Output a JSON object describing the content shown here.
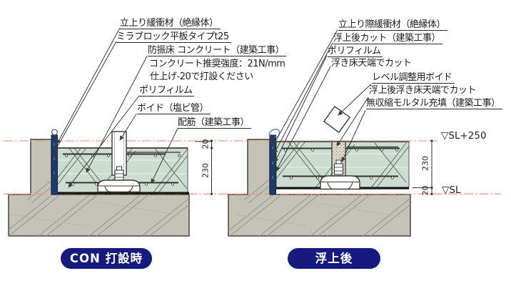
{
  "sections": {
    "left": {
      "caption": "CON 打設時",
      "labels": [
        {
          "text": "立上り緩衝材（絶縁体）"
        },
        {
          "text": "ミラブロック平板タイプt25"
        },
        {
          "text": "防振床 コンクリート（建築工事）"
        },
        {
          "text": "コンクリート推奨強度：21N/mm"
        },
        {
          "text": "仕上げ-20で打設ください"
        },
        {
          "text": "ポリフィルム"
        },
        {
          "text": "ボイド（塩ビ管）"
        },
        {
          "text": "配筋（建築工事）"
        }
      ],
      "dimensions": {
        "top_gap": "20",
        "slab": "230"
      }
    },
    "right": {
      "caption": "浮上後",
      "labels": [
        {
          "text": "立上り際緩衝材（絶縁体）"
        },
        {
          "text": "浮上後カット（建築工事）"
        },
        {
          "text": "ポリフィルム"
        },
        {
          "text": "浮き床天端でカット"
        },
        {
          "text": "レベル調整用ボイド"
        },
        {
          "text": "浮上後浮き床天端でカット"
        },
        {
          "text": "無収縮モルタル充填（建築工事）"
        }
      ],
      "dimensions": {
        "slab": "230",
        "bottom_gap": "20"
      },
      "levels": {
        "top": "▽SL+250",
        "bottom": "▽SL"
      }
    },
    "colors": {
      "badge": "#151a7e",
      "level_line": "#e59a92",
      "slab_fill": "#cddcd0",
      "base_fill": "#c5c3b7",
      "insulation": "#1e3a6d"
    }
  }
}
